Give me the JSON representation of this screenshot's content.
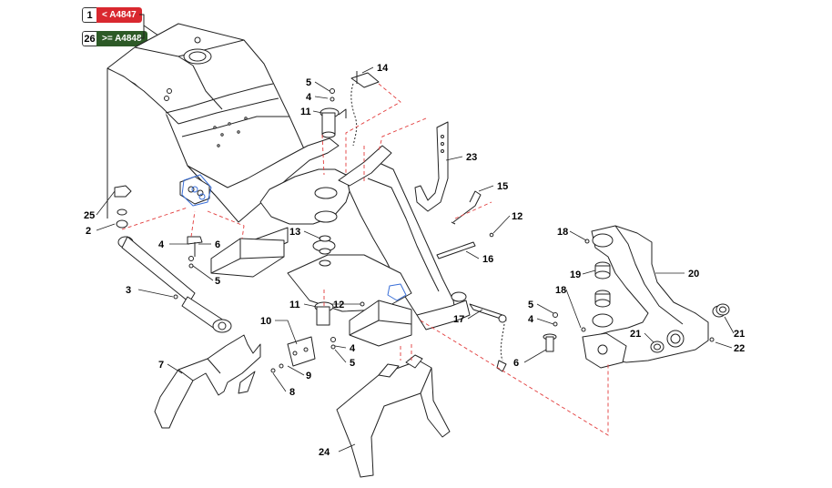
{
  "legend": [
    {
      "number": "1",
      "label": "< A4847",
      "color": "#d9282f"
    },
    {
      "number": "26",
      "label": ">= A4848",
      "color": "#2d5a27"
    }
  ],
  "callouts": [
    {
      "id": "c5a",
      "text": "5"
    },
    {
      "id": "c4a",
      "text": "4"
    },
    {
      "id": "c11a",
      "text": "11"
    },
    {
      "id": "c14",
      "text": "14"
    },
    {
      "id": "c23",
      "text": "23"
    },
    {
      "id": "c15",
      "text": "15"
    },
    {
      "id": "c12a",
      "text": "12"
    },
    {
      "id": "c25",
      "text": "25"
    },
    {
      "id": "c2",
      "text": "2"
    },
    {
      "id": "c4b",
      "text": "4"
    },
    {
      "id": "c6a",
      "text": "6"
    },
    {
      "id": "c13",
      "text": "13"
    },
    {
      "id": "c16",
      "text": "16"
    },
    {
      "id": "c18a",
      "text": "18"
    },
    {
      "id": "c20",
      "text": "20"
    },
    {
      "id": "c19",
      "text": "19"
    },
    {
      "id": "c3",
      "text": "3"
    },
    {
      "id": "c5b",
      "text": "5"
    },
    {
      "id": "c18b",
      "text": "18"
    },
    {
      "id": "c11b",
      "text": "11"
    },
    {
      "id": "c12b",
      "text": "12"
    },
    {
      "id": "c17",
      "text": "17"
    },
    {
      "id": "c5c",
      "text": "5"
    },
    {
      "id": "c4c",
      "text": "4"
    },
    {
      "id": "c10",
      "text": "10"
    },
    {
      "id": "c21a",
      "text": "21"
    },
    {
      "id": "c21b",
      "text": "21"
    },
    {
      "id": "c22",
      "text": "22"
    },
    {
      "id": "c4d",
      "text": "4"
    },
    {
      "id": "c5d",
      "text": "5"
    },
    {
      "id": "c6b",
      "text": "6"
    },
    {
      "id": "c7",
      "text": "7"
    },
    {
      "id": "c9",
      "text": "9"
    },
    {
      "id": "c8",
      "text": "8"
    },
    {
      "id": "c24",
      "text": "24"
    }
  ],
  "colors": {
    "line": "#222222",
    "dash": "#e23b3b",
    "highlight": "#3a6fd8"
  }
}
